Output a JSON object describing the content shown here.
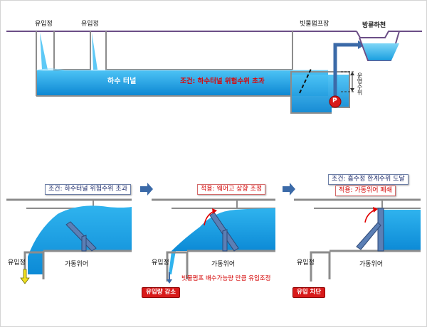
{
  "top": {
    "inlet_label_1": "유입정",
    "inlet_label_2": "유입정",
    "pump_station_label": "빗물펌프장",
    "discharge_label": "방류하천",
    "tunnel_label": "하수 터널",
    "condition_label": "조건: 하수터널 위험수위 초과",
    "operating_level_label": "운영수위",
    "pump_symbol": "P"
  },
  "panel1": {
    "condition": "조건: 하수터널 위험수위 초과",
    "inlet_label": "유입정",
    "weir_label": "가동위어"
  },
  "panel2": {
    "apply": "적용: 웨어고 상향 조정",
    "inlet_label": "유입정",
    "weir_label": "가동위어",
    "note": "빗물펌프 배수가능량 만큼 유입조정",
    "badge": "유입량 감소"
  },
  "panel3": {
    "condition": "조건: 흡수정 한계수위 도달",
    "apply": "적용: 가동위어 폐쇄",
    "inlet_label": "유입정",
    "weir_label": "가동위어",
    "badge": "유입 차단"
  },
  "colors": {
    "water": "#1aa3e8",
    "water_dark": "#0a7fc9",
    "ground_line": "#6b4e86",
    "wall": "#8c8c8c",
    "weir": "#5b7fb5",
    "arrow_blue": "#3b6aa8",
    "red": "#e00000"
  }
}
